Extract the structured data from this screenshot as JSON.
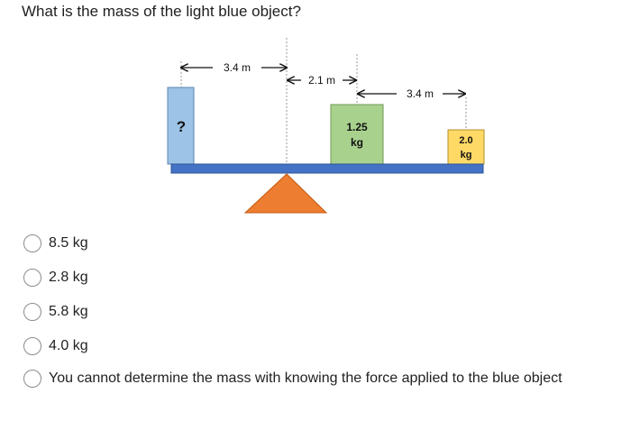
{
  "question": {
    "text": "What is the mass of the light blue object?"
  },
  "diagram": {
    "distance_labels": [
      "3.4 m",
      "2.1 m",
      "3.4 m"
    ],
    "blue_object_label": "?",
    "green_object_label": [
      "1.25",
      "kg"
    ],
    "yellow_object_label": [
      "2.0",
      "kg"
    ],
    "colors": {
      "blue_object": "#9dc3e6",
      "green_object": "#a9d18e",
      "yellow_object": "#ffd966",
      "beam": "#4472c4",
      "fulcrum": "#ed7d31"
    }
  },
  "options": [
    {
      "label": "8.5 kg"
    },
    {
      "label": "2.8 kg"
    },
    {
      "label": "5.8 kg"
    },
    {
      "label": "4.0 kg"
    },
    {
      "label": "You cannot determine the mass with knowing the force applied to the blue object"
    }
  ]
}
